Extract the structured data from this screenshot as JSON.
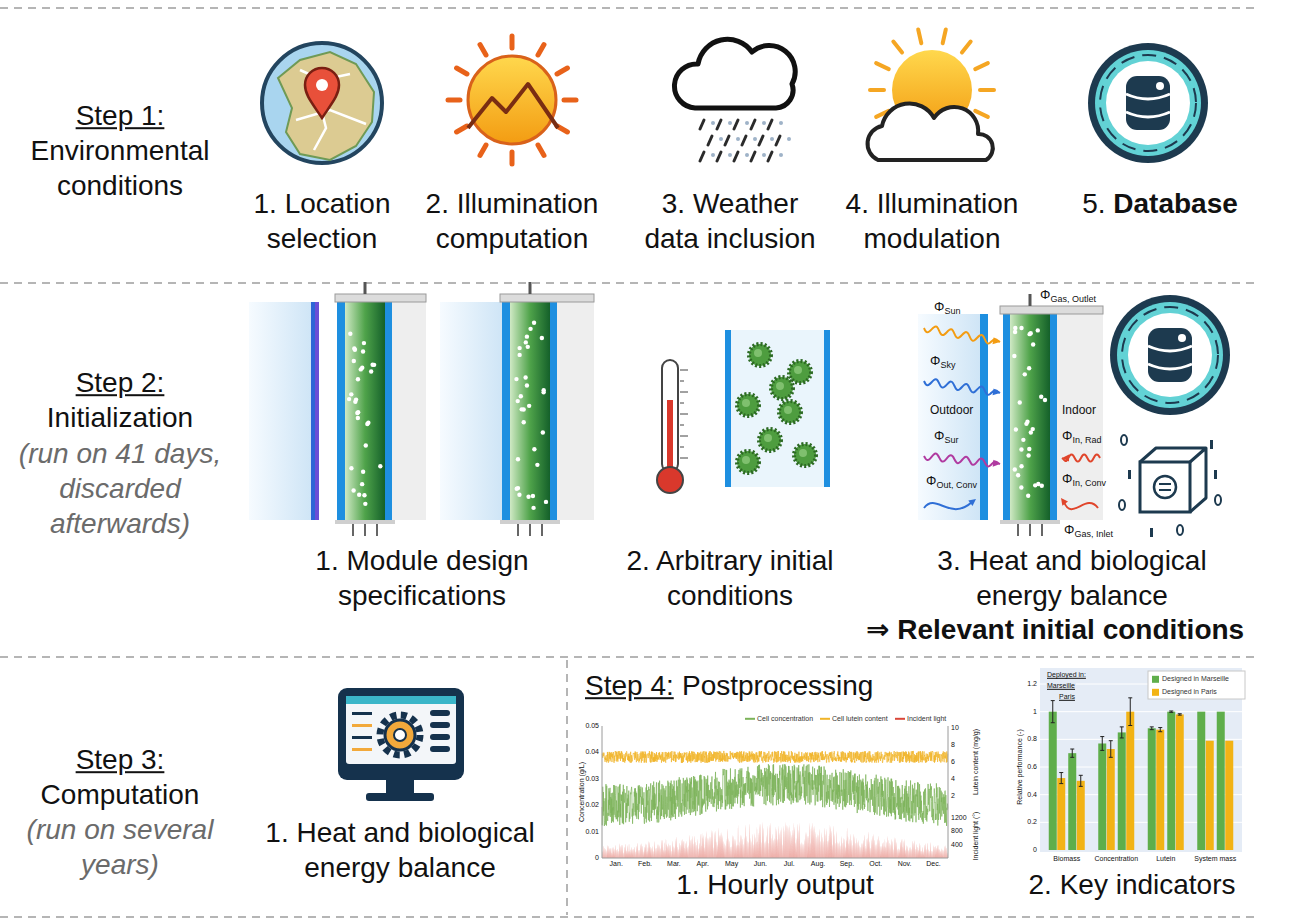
{
  "diagram": {
    "nodes": [
      {
        "text": [
          "1. Location selection"
        ]
      },
      {
        "text": [
          "2. Illumination computation"
        ]
      },
      {
        "text": [
          "3. Weather data inclusion"
        ]
      },
      {
        "text": [
          "4. Illumination modulation"
        ]
      },
      {
        "text": [
          "5. Database"
        ]
      },
      {
        "text": [
          "1. Module design specifications"
        ]
      },
      {
        "text": [
          "2. Arbitrary initial conditions"
        ]
      },
      {
        "text": [
          "3. Heat and biological energy balance"
        ]
      },
      {
        "text": [
          "1. Heat and biological energy balance"
        ]
      },
      {
        "text": [
          "1. Hourly output"
        ]
      },
      {
        "text": [
          "2. Key indicators"
        ]
      }
    ],
    "labels": [
      "Step 1:",
      "Environmental conditions",
      "Step 2:",
      "Initialization",
      "(run on 41 days, discarded afterwards)",
      "ΦGas, Outlet",
      "ΦSun",
      "ΦSky",
      "Outdoor",
      "Indoor",
      "ΦSur",
      "ΦIn, Rad",
      "ΦIn, Conv",
      "ΦOut, Conv",
      "ΦGas, Inlet",
      "⇒ Relevant initial conditions",
      "Step 3:",
      "Computation",
      "(run on several years)",
      "Step 4:",
      "Postprocessing",
      "0.05",
      "0.04",
      "0.03",
      "0.02",
      "0.01",
      "0",
      "Concentration (g/L)",
      "Jan.",
      "Feb.",
      "Mar.",
      "Apr.",
      "May",
      "Jun.",
      "Jul.",
      "Aug.",
      "Sep.",
      "Oct.",
      "Nov.",
      "Dec.",
      "10",
      "8",
      "6",
      "4",
      "2",
      "Lutein content (mg/g)",
      "1200",
      "800",
      "400",
      "Incident light (°)",
      "1.2",
      "1",
      "0.8",
      "0.6",
      "0.4",
      "0.2",
      "0",
      "Relative performance (-)",
      "Deployed in:",
      "Marseille",
      "Paris",
      "Biomass",
      "Concentration",
      "Lutein",
      "System mass"
    ],
    "legend": [
      {
        "text": "Cell concentration"
      },
      {
        "text": "Cell lutein content"
      },
      {
        "text": "Incident light"
      },
      {
        "text": "Designed in Marseille",
        "color": "#5fae4b"
      },
      {
        "text": "Designed in Paris",
        "color": "#f2b315"
      }
    ]
  }
}
